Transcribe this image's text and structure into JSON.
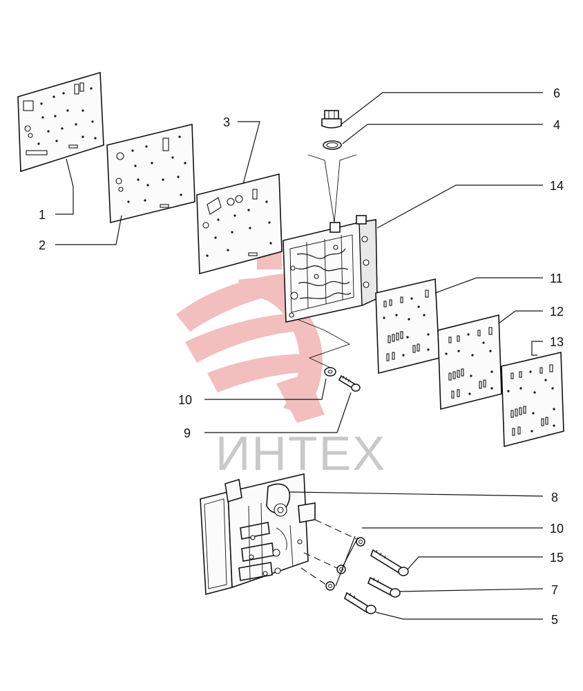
{
  "watermark": {
    "text": "ИНТЕХ",
    "logo_color": "#e98a8a",
    "text_color": "#c9c9c9"
  },
  "parts": [
    {
      "number": "1",
      "name": "plate-1"
    },
    {
      "number": "2",
      "name": "plate-2"
    },
    {
      "number": "3",
      "name": "gasket-3"
    },
    {
      "number": "4",
      "name": "seal-ring-4"
    },
    {
      "number": "5",
      "name": "bolt-5"
    },
    {
      "number": "6",
      "name": "plug-6"
    },
    {
      "number": "7",
      "name": "bolt-7"
    },
    {
      "number": "8",
      "name": "valve-body-assembly-8"
    },
    {
      "number": "9",
      "name": "bolt-9"
    },
    {
      "number": "10",
      "name": "washer-10"
    },
    {
      "number": "11",
      "name": "plate-11"
    },
    {
      "number": "12",
      "name": "plate-12"
    },
    {
      "number": "13",
      "name": "plate-13"
    },
    {
      "number": "14",
      "name": "valve-body-14"
    },
    {
      "number": "15",
      "name": "bolt-15"
    }
  ],
  "labels": {
    "l1": "1",
    "l2": "2",
    "l3": "3",
    "l4": "4",
    "l5": "5",
    "l6": "6",
    "l7": "7",
    "l8": "8",
    "l9": "9",
    "l10a": "10",
    "l10b": "10",
    "l11": "11",
    "l12": "12",
    "l13": "13",
    "l14": "14",
    "l15": "15"
  }
}
